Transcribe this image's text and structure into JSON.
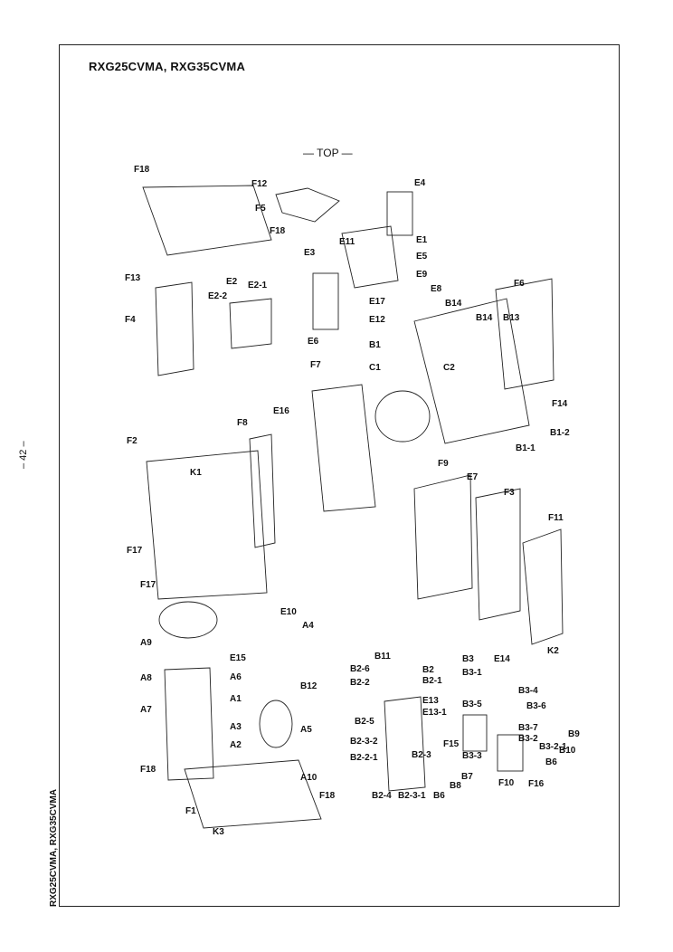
{
  "title": "RXG25CVMA, RXG35CVMA",
  "top_label": "— TOP —",
  "page_number": "– 42 –",
  "side_model": "RXG25CVMA, RXG35CVMA",
  "labels": [
    "F18",
    "F12",
    "E4",
    "F5",
    "F18",
    "E1",
    "E11",
    "E3",
    "E5",
    "E9",
    "E8",
    "F13",
    "E2",
    "E2-1",
    "E2-2",
    "E17",
    "E12",
    "B14",
    "F6",
    "F4",
    "E6",
    "B14",
    "B13",
    "B1",
    "F7",
    "C1",
    "C2",
    "E16",
    "F14",
    "B1-2",
    "B1-1",
    "F8",
    "F2",
    "K1",
    "F9",
    "E7",
    "F3",
    "F11",
    "F17",
    "F17",
    "K2",
    "E10",
    "A4",
    "A9",
    "E15",
    "A6",
    "B12",
    "A8",
    "A7",
    "A1",
    "A3",
    "A5",
    "A2",
    "F18",
    "A10",
    "F1",
    "K3",
    "F18",
    "B11",
    "B2",
    "B2-6",
    "B2-1",
    "B2-2",
    "E13",
    "E13-1",
    "B2-5",
    "B2-3-2",
    "F15",
    "B2-2-1",
    "B2-3",
    "B8",
    "B6",
    "B2-4",
    "B2-3-1",
    "B7",
    "B3",
    "B3-1",
    "E14",
    "B3-4",
    "B3-5",
    "B3-6",
    "B3-7",
    "B3-2",
    "B3-2-1",
    "B9",
    "B3-3",
    "B10",
    "B6",
    "F10",
    "F16"
  ],
  "colors": {
    "line": "#222222",
    "text": "#111111"
  }
}
